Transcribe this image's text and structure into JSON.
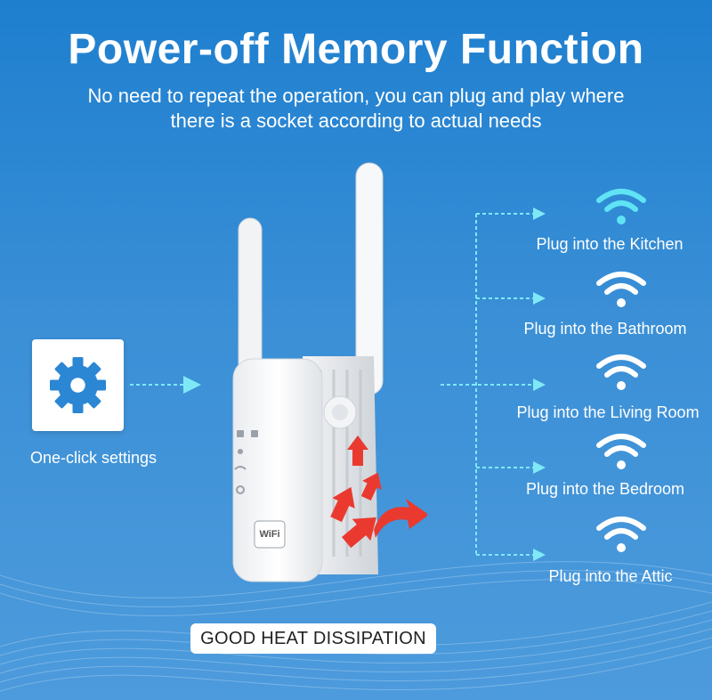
{
  "header": {
    "title": "Power-off Memory Function",
    "subtitle_line1": "No need to repeat the operation, you can plug and play where",
    "subtitle_line2": "there is a socket according to actual needs"
  },
  "left": {
    "settings_label": "One-click settings",
    "settings_icon": "gear-icon"
  },
  "device": {
    "logo_text": "WiFi",
    "heat_badge": "GOOD HEAT DISSIPATION"
  },
  "locations": [
    {
      "label": "Plug into the Kitchen",
      "icon": "wifi-icon",
      "active": true
    },
    {
      "label": "Plug into the Bathroom",
      "icon": "wifi-icon",
      "active": false
    },
    {
      "label": "Plug into the Living Room",
      "icon": "wifi-icon",
      "active": false
    },
    {
      "label": "Plug into the Bedroom",
      "icon": "wifi-icon",
      "active": false
    },
    {
      "label": "Plug into the Attic",
      "icon": "wifi-icon",
      "active": false
    }
  ],
  "colors": {
    "background": "#2d87d3",
    "accent_cyan": "#5fe3f5",
    "heat_red": "#e8332b",
    "white": "#ffffff"
  }
}
